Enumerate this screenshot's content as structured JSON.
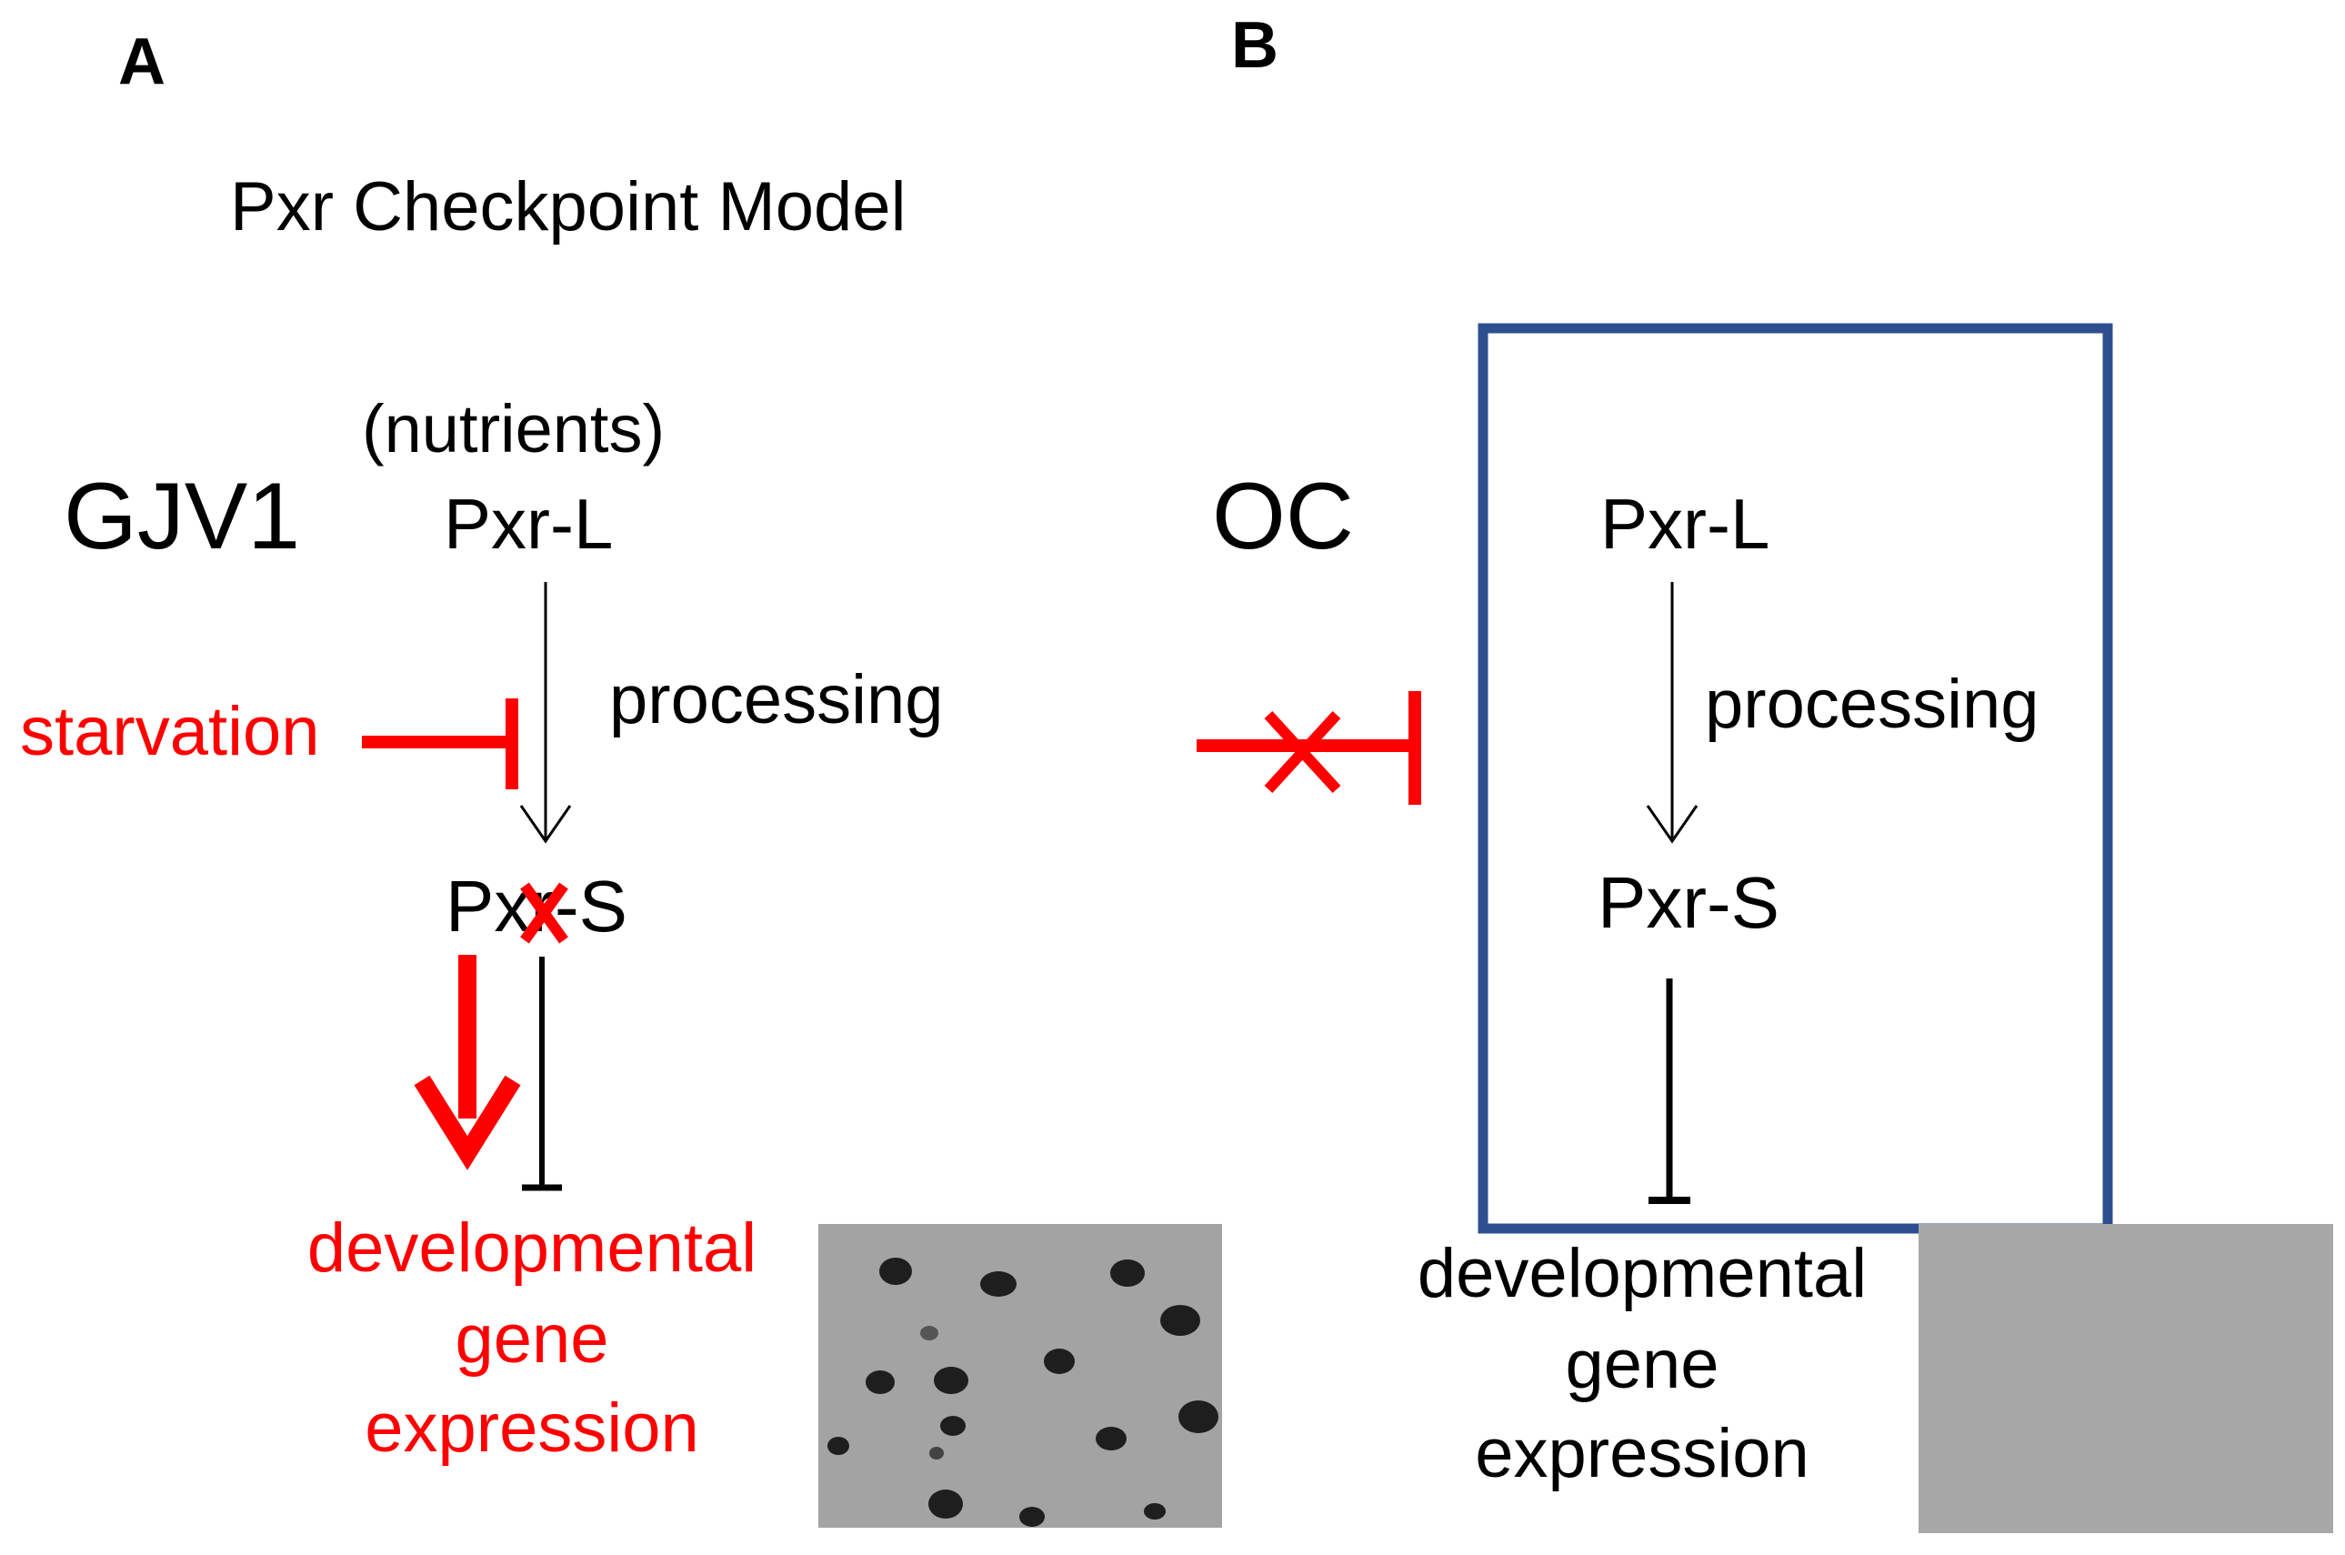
{
  "panel_a": {
    "letter": "A",
    "title": "Pxr Checkpoint Model",
    "strain": "GJV1",
    "nutrients": "(nutrients)",
    "pxr_l": "Pxr-L",
    "processing": "processing",
    "starvation": "starvation",
    "pxr_s": "Pxr-S",
    "output_line1": "developmental",
    "output_line2": "gene",
    "output_line3": "expression",
    "output_color": "#ff0000"
  },
  "panel_b": {
    "letter": "B",
    "strain": "OC",
    "pxr_l": "Pxr-L",
    "processing": "processing",
    "pxr_s": "Pxr-S",
    "output_line1": "developmental",
    "output_line2": "gene",
    "output_line3": "expression",
    "box_color": "#2e4f8f"
  },
  "colors": {
    "inhibit_red": "#ff0000",
    "text": "#000000",
    "photo_bg": "#a3a3a3",
    "photo_dots": "#1e1e1e",
    "photo_b_bg": "#aaaaaa"
  }
}
